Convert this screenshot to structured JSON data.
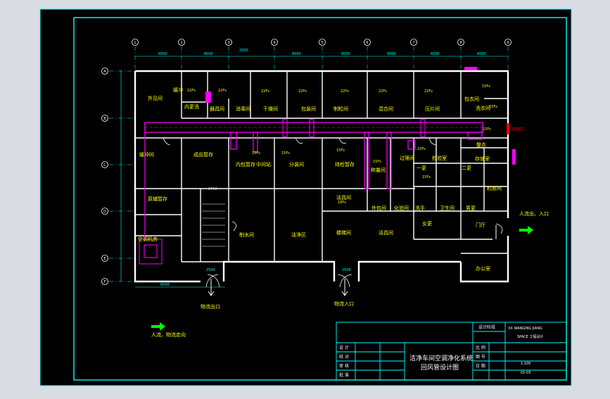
{
  "drawing": {
    "colors": {
      "background": "#000000",
      "frame": "#00ffff",
      "wall": "#ffffff",
      "label": "#ffff00",
      "duct": "#ff00ff",
      "accent_red": "#ff0000",
      "arrow": "#00ff00"
    },
    "grid_columns": [
      "1",
      "2",
      "3",
      "4",
      "5",
      "6",
      "7",
      "8",
      "9"
    ],
    "grid_rows": [
      "A",
      "B",
      "C",
      "D",
      "E",
      "F"
    ],
    "dimensions": {
      "col_spacing": "6000",
      "top_special": "2000",
      "bottom_left": "6000",
      "stair_top": "2750",
      "door_left": "2500",
      "door_right": "2500"
    },
    "rooms": {
      "outer_room": "外见间",
      "airlock_top": "缓冲",
      "inner_wash": "内更洗",
      "tool_store": "器具间",
      "disinfect": "消毒间",
      "dry": "干燥间",
      "pkg": "包装间",
      "prep": "制粒间",
      "mix": "混合间",
      "press": "压片间",
      "coat": "包衣间",
      "wash_corridor_a": "洗衣间",
      "wash_corridor_b": "整衣",
      "buffer_left": "缓冲间",
      "finished_store": "成品暂存",
      "inner_store": "内包暂存",
      "middle_check": "中间站",
      "fill": "分装间",
      "semi_store": "待检暂存",
      "weigh": "称量间",
      "sieve": "过筛间",
      "qc": "检验室",
      "store_right": "存储室",
      "tool_wash": "洁具间",
      "raw_store": "原辅暂存",
      "ac_room": "空调机房",
      "change1": "一更",
      "change2": "二更",
      "hand_wash": "洗手",
      "stair": "楼梯间",
      "wash_toilet": "卫生间",
      "toilet": "男更",
      "people_change": "女更",
      "lab": "化验间",
      "machine": "机修间",
      "corridor_l": "制水间",
      "corridor_m": "洁净区",
      "outer_pkg": "外包间",
      "office": "办公室",
      "door_hall": "门厅",
      "clean_labels": [
        "22Fs",
        "22Fs",
        "22Fs",
        "22Fs",
        "22Fs",
        "22Fs",
        "22Fs",
        "15Fs",
        "15Fs",
        "15Fs",
        "15Fs",
        "22Fs",
        "22Fs",
        "15Fs",
        "15Fs",
        "15Fs",
        "18Fs"
      ],
      "return_air": "回风口"
    },
    "entrances": {
      "people": "人流出、入口",
      "material_out": "物流出口",
      "material_in": "物流入口",
      "legend": "人流、物流走向"
    },
    "title_block": {
      "title_line1": "洁净车间空调净化系统",
      "title_line2": "回风管设计图",
      "rows_left": [
        "设 计",
        "校 对",
        "审 核",
        "批 准"
      ],
      "stage_label": "设计阶段",
      "school_line1": "XX WANGING JIANG",
      "school_line2": "SPACE 工程设计",
      "scale_label": "比 例",
      "scale_value": "1:100",
      "sheet_label": "图 号",
      "sheet_value": "01-05",
      "date_label": "日 期"
    }
  }
}
